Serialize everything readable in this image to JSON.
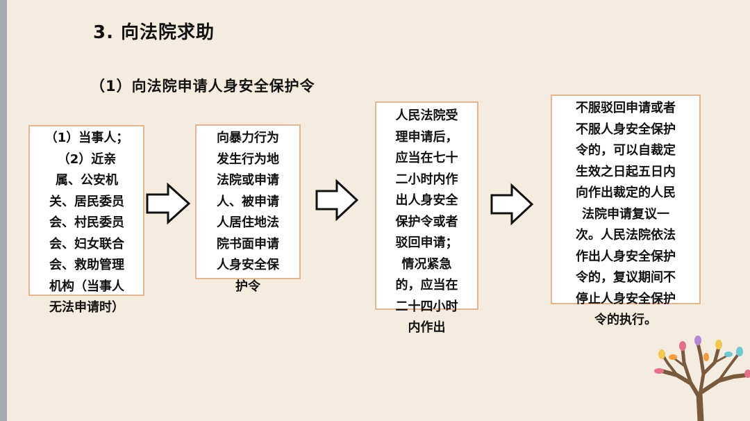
{
  "title": "3. 向法院求助",
  "subtitle": "（1）向法院申请人身安全保护令",
  "flow": {
    "step1": "（1）当事人；\n（2）近亲\n属、公安机\n关、居民委员\n会、村民委员\n会、妇女联合\n会、救助管理\n机构（当事人\n无法申请时）",
    "step2": "向暴力行为\n发生行为地\n法院或申请\n人、被申请\n人居住地法\n院书面申请\n人身安全保\n护令",
    "step3": "人民法院受\n理申请后，\n应当在七十\n二小时内作\n出人身安全\n保护令或者\n驳回申请；\n情况紧急\n的，应当在\n二十四小时\n内作出",
    "step4": "不服驳回申请或者\n不服人身安全保护\n令的，可以自裁定\n生效之日起五日内\n向作出裁定的人民\n法院申请复议一\n次。人民法院依法\n作出人身安全保护\n令的，复议期间不\n停止人身安全保护\n令的执行。"
  },
  "colors": {
    "background": "#f4ecdf",
    "box_border": "#e6b58a",
    "left_strip": "#a7aab3",
    "tree_trunk": "#7a5a3c"
  }
}
